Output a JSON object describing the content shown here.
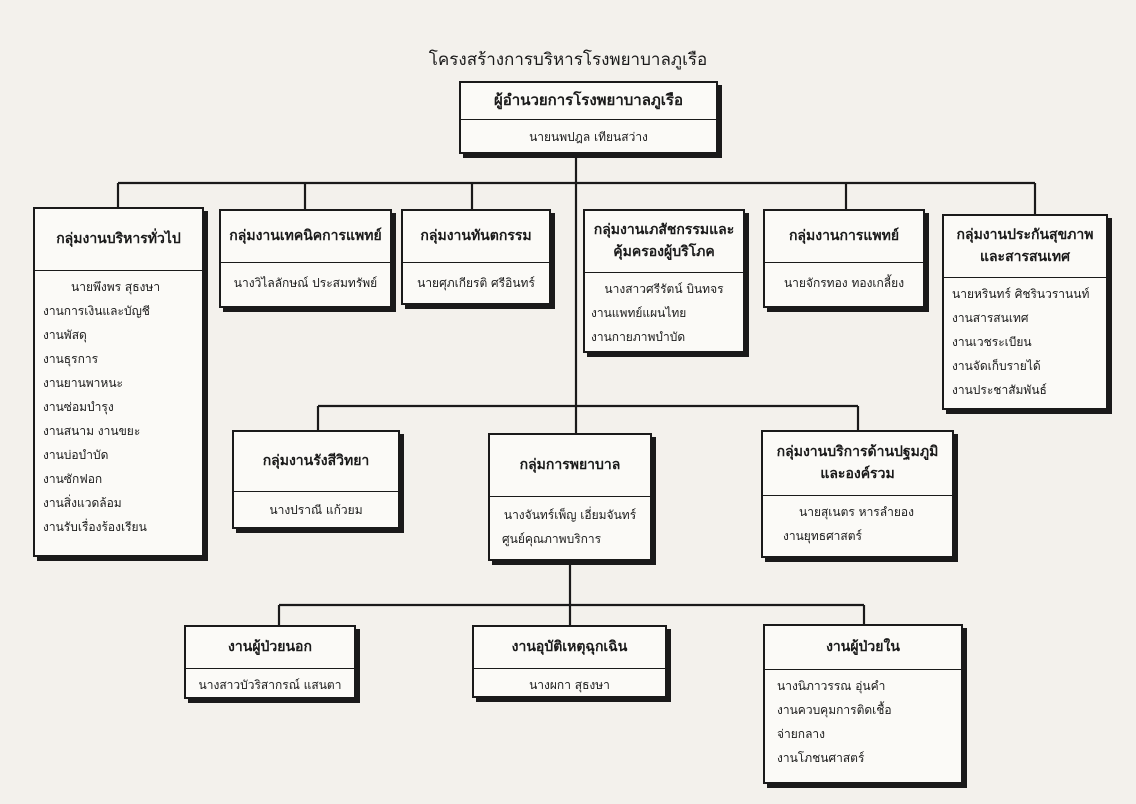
{
  "title": "โครงสร้างการบริหารโรงพยาบาลภูเรือ",
  "director": {
    "title": "ผู้อำนวยการโรงพยาบาลภูเรือ",
    "name": "นายนพปฎล เทียนสว่าง"
  },
  "row1": [
    {
      "title": "กลุ่มงานบริหารทั่วไป",
      "lines": [
        "นายพึงพร สุธงษา",
        "งานการเงินและบัญชี",
        "งานพัสดุ",
        "งานธุรการ",
        "งานยานพาหนะ",
        "งานซ่อมบำรุง",
        "งานสนาม งานขยะ",
        "งานบ่อบำบัด",
        "งานซักฟอก",
        "งานสิ่งแวดล้อม",
        "งานรับเรื่องร้องเรียน"
      ]
    },
    {
      "title": "กลุ่มงานเทคนิคการแพทย์",
      "lines": [
        "นางวิไลลักษณ์ ประสมทรัพย์"
      ]
    },
    {
      "title": "กลุ่มงานทันตกรรม",
      "lines": [
        "นายศุภเกียรติ ศรีอินทร์"
      ]
    },
    {
      "title_lines": [
        "กลุ่มงานเภสัชกรรมและ",
        "คุ้มครองผู้บริโภค"
      ],
      "lines": [
        "นางสาวศรีรัตน์ บินทจร",
        "งานแพทย์แผนไทย",
        "งานกายภาพบำบัด"
      ]
    },
    {
      "title": "กลุ่มงานการแพทย์",
      "lines": [
        "นายจักรทอง ทองเกลี้ยง"
      ]
    },
    {
      "title_lines": [
        "กลุ่มงานประกันสุขภาพ",
        "และสารสนเทศ"
      ],
      "lines": [
        "นายหรินทร์ ศิชรินวรานนท์",
        "งานสารสนเทศ",
        "งานเวชระเบียน",
        "งานจัดเก็บรายได้",
        "งานประชาสัมพันธ์"
      ]
    }
  ],
  "row2": [
    {
      "title": "กลุ่มงานรังสีวิทยา",
      "lines": [
        "นางปราณี แก้วยม"
      ]
    },
    {
      "title": "กลุ่มการพยาบาล",
      "lines": [
        "นางจันทร์เพ็ญ เอี่ยมจันทร์",
        "ศูนย์คุณภาพบริการ"
      ]
    },
    {
      "title_lines": [
        "กลุ่มงานบริการด้านปฐมภูมิ",
        "และองค์รวม"
      ],
      "lines": [
        "นายสุเนตร หารลำยอง",
        "งานยุทธศาสตร์"
      ]
    }
  ],
  "row3": [
    {
      "title": "งานผู้ป่วยนอก",
      "lines": [
        "นางสาวบัวริสากรณ์ แสนตา"
      ]
    },
    {
      "title": "งานอุบัติเหตุฉุกเฉิน",
      "lines": [
        "นางผกา สุธงษา"
      ]
    },
    {
      "title": "งานผู้ป่วยใน",
      "lines": [
        "นางนิภาวรรณ อุ่นคำ",
        "งานควบคุมการติดเชื้อ",
        "จ่ายกลาง",
        "งานโภชนศาสตร์"
      ]
    }
  ]
}
